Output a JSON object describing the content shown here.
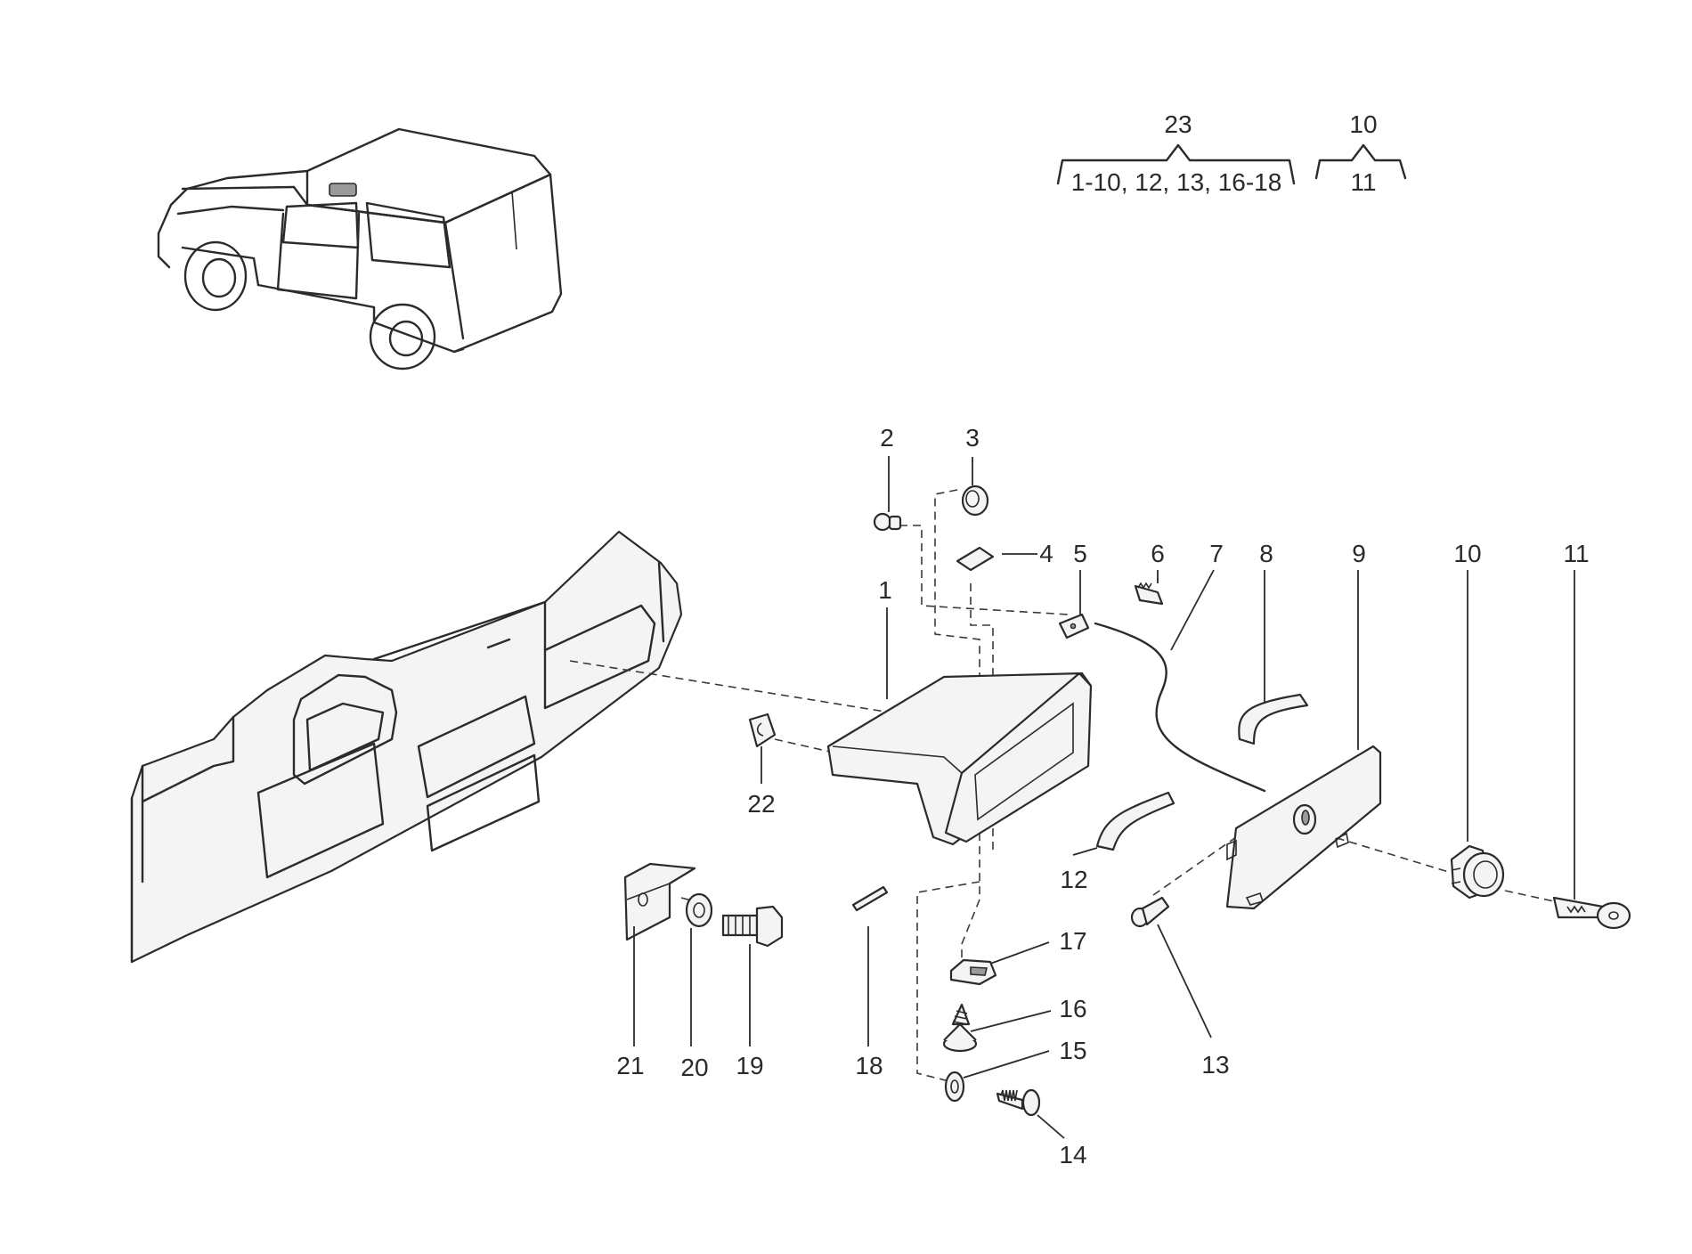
{
  "assembly_groups": [
    {
      "top": "23",
      "bottom": "1-10, 12, 13, 16-18"
    },
    {
      "top": "10",
      "bottom": "11"
    }
  ],
  "callouts": [
    "1",
    "2",
    "3",
    "4",
    "5",
    "6",
    "7",
    "8",
    "9",
    "10",
    "11",
    "12",
    "13",
    "14",
    "15",
    "16",
    "17",
    "18",
    "19",
    "20",
    "21",
    "22"
  ],
  "icons": {
    "vehicle": "suv-vehicle-icon",
    "dashboard": "dashboard-icon",
    "glovebox": "glove-box-housing-icon",
    "lid": "glove-box-lid-icon",
    "lock": "lock-cylinder-icon",
    "key": "key-icon"
  }
}
